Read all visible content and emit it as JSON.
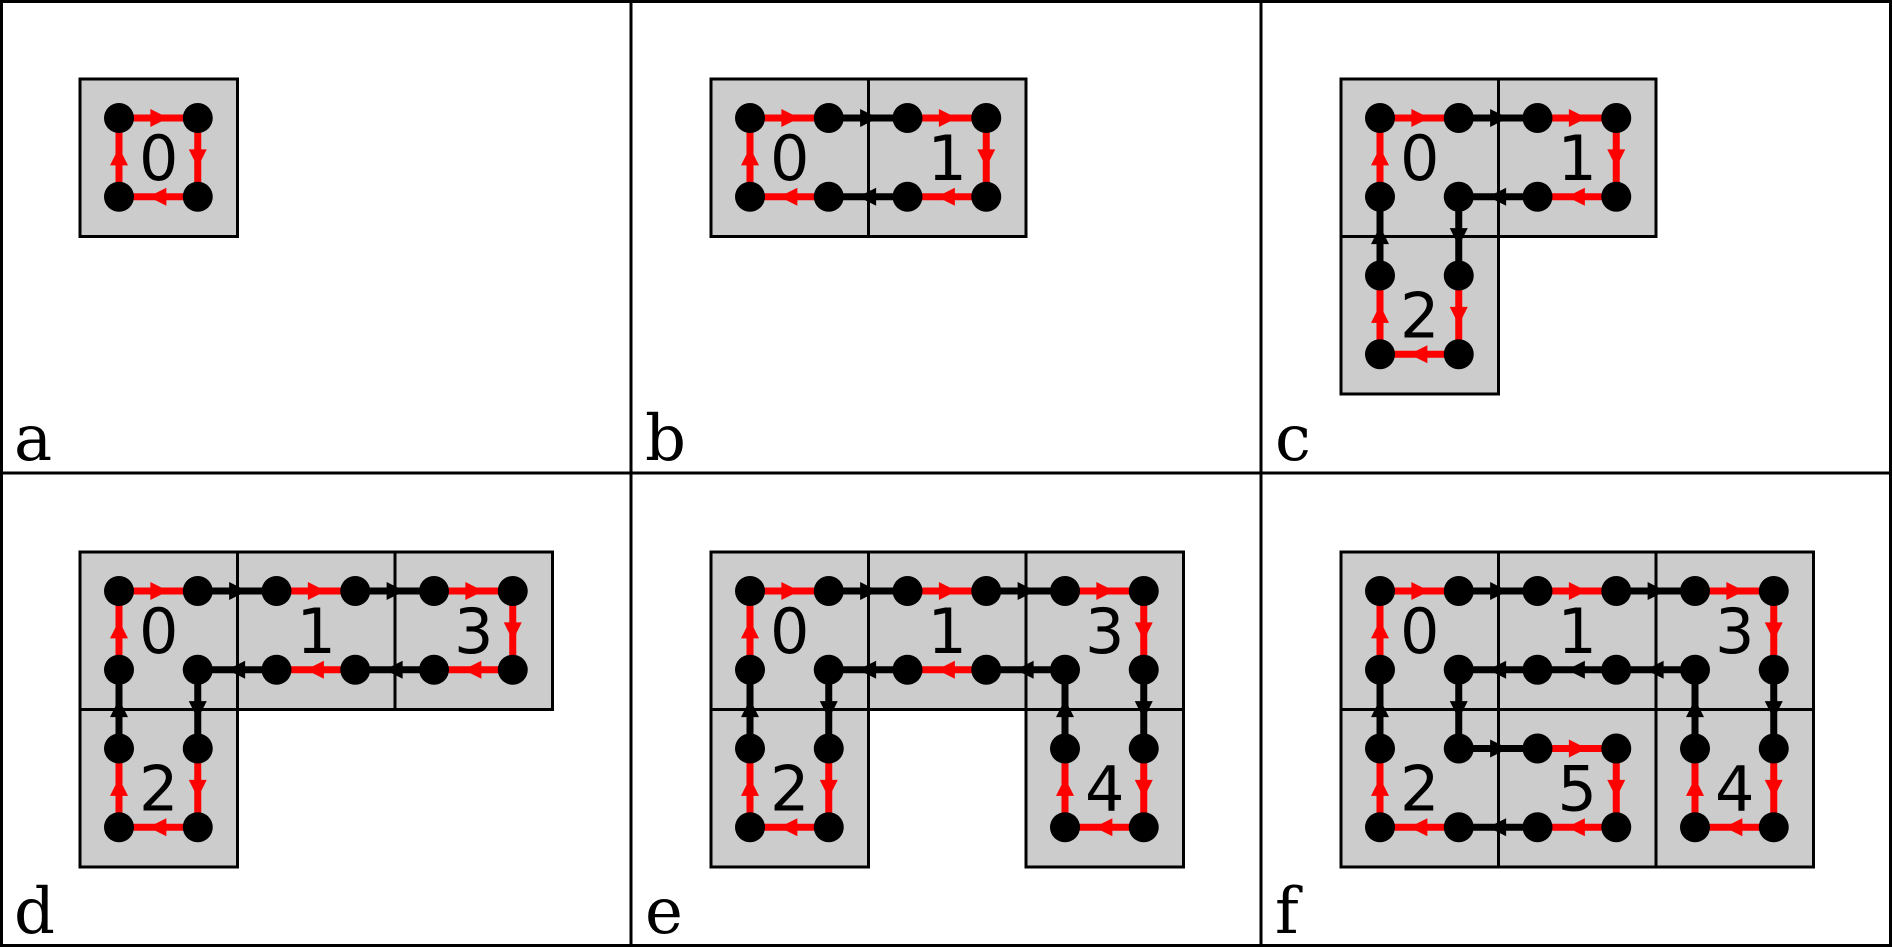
{
  "colors": {
    "cell_fill": "#cccccc",
    "intra_edge": "#ff0000",
    "inter_edge": "#000000",
    "node": "#000000"
  },
  "panels": [
    {
      "letter": "a",
      "cells": [
        {
          "label": "0",
          "col": 0,
          "row": 0
        }
      ],
      "edges": [
        {
          "from": [
            0,
            0
          ],
          "to": [
            1,
            0
          ],
          "kind": "intra"
        },
        {
          "from": [
            1,
            0
          ],
          "to": [
            1,
            1
          ],
          "kind": "intra"
        },
        {
          "from": [
            1,
            1
          ],
          "to": [
            0,
            1
          ],
          "kind": "intra"
        },
        {
          "from": [
            0,
            1
          ],
          "to": [
            0,
            0
          ],
          "kind": "intra"
        }
      ]
    },
    {
      "letter": "b",
      "cells": [
        {
          "label": "0",
          "col": 0,
          "row": 0
        },
        {
          "label": "1",
          "col": 1,
          "row": 0
        }
      ],
      "edges": [
        {
          "from": [
            0,
            0
          ],
          "to": [
            1,
            0
          ],
          "kind": "intra"
        },
        {
          "from": [
            1,
            0
          ],
          "to": [
            2,
            0
          ],
          "kind": "inter"
        },
        {
          "from": [
            2,
            0
          ],
          "to": [
            3,
            0
          ],
          "kind": "intra"
        },
        {
          "from": [
            3,
            0
          ],
          "to": [
            3,
            1
          ],
          "kind": "intra"
        },
        {
          "from": [
            3,
            1
          ],
          "to": [
            2,
            1
          ],
          "kind": "intra"
        },
        {
          "from": [
            2,
            1
          ],
          "to": [
            1,
            1
          ],
          "kind": "inter"
        },
        {
          "from": [
            1,
            1
          ],
          "to": [
            0,
            1
          ],
          "kind": "intra"
        },
        {
          "from": [
            0,
            1
          ],
          "to": [
            0,
            0
          ],
          "kind": "intra"
        }
      ]
    },
    {
      "letter": "c",
      "cells": [
        {
          "label": "0",
          "col": 0,
          "row": 0
        },
        {
          "label": "1",
          "col": 1,
          "row": 0
        },
        {
          "label": "2",
          "col": 0,
          "row": 1
        }
      ],
      "edges": [
        {
          "from": [
            0,
            0
          ],
          "to": [
            1,
            0
          ],
          "kind": "intra"
        },
        {
          "from": [
            1,
            0
          ],
          "to": [
            2,
            0
          ],
          "kind": "inter"
        },
        {
          "from": [
            2,
            0
          ],
          "to": [
            3,
            0
          ],
          "kind": "intra"
        },
        {
          "from": [
            3,
            0
          ],
          "to": [
            3,
            1
          ],
          "kind": "intra"
        },
        {
          "from": [
            3,
            1
          ],
          "to": [
            2,
            1
          ],
          "kind": "intra"
        },
        {
          "from": [
            2,
            1
          ],
          "to": [
            1,
            1
          ],
          "kind": "inter"
        },
        {
          "from": [
            1,
            1
          ],
          "to": [
            1,
            2
          ],
          "kind": "inter"
        },
        {
          "from": [
            1,
            2
          ],
          "to": [
            1,
            3
          ],
          "kind": "intra"
        },
        {
          "from": [
            1,
            3
          ],
          "to": [
            0,
            3
          ],
          "kind": "intra"
        },
        {
          "from": [
            0,
            3
          ],
          "to": [
            0,
            2
          ],
          "kind": "intra"
        },
        {
          "from": [
            0,
            2
          ],
          "to": [
            0,
            1
          ],
          "kind": "inter"
        },
        {
          "from": [
            0,
            1
          ],
          "to": [
            0,
            0
          ],
          "kind": "intra"
        }
      ]
    },
    {
      "letter": "d",
      "cells": [
        {
          "label": "0",
          "col": 0,
          "row": 0
        },
        {
          "label": "1",
          "col": 1,
          "row": 0
        },
        {
          "label": "3",
          "col": 2,
          "row": 0
        },
        {
          "label": "2",
          "col": 0,
          "row": 1
        }
      ],
      "edges": [
        {
          "from": [
            0,
            0
          ],
          "to": [
            1,
            0
          ],
          "kind": "intra"
        },
        {
          "from": [
            1,
            0
          ],
          "to": [
            2,
            0
          ],
          "kind": "inter"
        },
        {
          "from": [
            2,
            0
          ],
          "to": [
            3,
            0
          ],
          "kind": "intra"
        },
        {
          "from": [
            3,
            0
          ],
          "to": [
            4,
            0
          ],
          "kind": "inter"
        },
        {
          "from": [
            4,
            0
          ],
          "to": [
            5,
            0
          ],
          "kind": "intra"
        },
        {
          "from": [
            5,
            0
          ],
          "to": [
            5,
            1
          ],
          "kind": "intra"
        },
        {
          "from": [
            5,
            1
          ],
          "to": [
            4,
            1
          ],
          "kind": "intra"
        },
        {
          "from": [
            4,
            1
          ],
          "to": [
            3,
            1
          ],
          "kind": "inter"
        },
        {
          "from": [
            3,
            1
          ],
          "to": [
            2,
            1
          ],
          "kind": "intra"
        },
        {
          "from": [
            2,
            1
          ],
          "to": [
            1,
            1
          ],
          "kind": "inter"
        },
        {
          "from": [
            1,
            1
          ],
          "to": [
            1,
            2
          ],
          "kind": "inter"
        },
        {
          "from": [
            1,
            2
          ],
          "to": [
            1,
            3
          ],
          "kind": "intra"
        },
        {
          "from": [
            1,
            3
          ],
          "to": [
            0,
            3
          ],
          "kind": "intra"
        },
        {
          "from": [
            0,
            3
          ],
          "to": [
            0,
            2
          ],
          "kind": "intra"
        },
        {
          "from": [
            0,
            2
          ],
          "to": [
            0,
            1
          ],
          "kind": "inter"
        },
        {
          "from": [
            0,
            1
          ],
          "to": [
            0,
            0
          ],
          "kind": "intra"
        }
      ]
    },
    {
      "letter": "e",
      "cells": [
        {
          "label": "0",
          "col": 0,
          "row": 0
        },
        {
          "label": "1",
          "col": 1,
          "row": 0
        },
        {
          "label": "3",
          "col": 2,
          "row": 0
        },
        {
          "label": "2",
          "col": 0,
          "row": 1
        },
        {
          "label": "4",
          "col": 2,
          "row": 1
        }
      ],
      "edges": [
        {
          "from": [
            0,
            0
          ],
          "to": [
            1,
            0
          ],
          "kind": "intra"
        },
        {
          "from": [
            1,
            0
          ],
          "to": [
            2,
            0
          ],
          "kind": "inter"
        },
        {
          "from": [
            2,
            0
          ],
          "to": [
            3,
            0
          ],
          "kind": "intra"
        },
        {
          "from": [
            3,
            0
          ],
          "to": [
            4,
            0
          ],
          "kind": "inter"
        },
        {
          "from": [
            4,
            0
          ],
          "to": [
            5,
            0
          ],
          "kind": "intra"
        },
        {
          "from": [
            5,
            0
          ],
          "to": [
            5,
            1
          ],
          "kind": "intra"
        },
        {
          "from": [
            5,
            1
          ],
          "to": [
            5,
            2
          ],
          "kind": "inter"
        },
        {
          "from": [
            5,
            2
          ],
          "to": [
            5,
            3
          ],
          "kind": "intra"
        },
        {
          "from": [
            5,
            3
          ],
          "to": [
            4,
            3
          ],
          "kind": "intra"
        },
        {
          "from": [
            4,
            3
          ],
          "to": [
            4,
            2
          ],
          "kind": "intra"
        },
        {
          "from": [
            4,
            2
          ],
          "to": [
            4,
            1
          ],
          "kind": "inter"
        },
        {
          "from": [
            4,
            1
          ],
          "to": [
            3,
            1
          ],
          "kind": "inter"
        },
        {
          "from": [
            3,
            1
          ],
          "to": [
            2,
            1
          ],
          "kind": "intra"
        },
        {
          "from": [
            2,
            1
          ],
          "to": [
            1,
            1
          ],
          "kind": "inter"
        },
        {
          "from": [
            1,
            1
          ],
          "to": [
            1,
            2
          ],
          "kind": "inter"
        },
        {
          "from": [
            1,
            2
          ],
          "to": [
            1,
            3
          ],
          "kind": "intra"
        },
        {
          "from": [
            1,
            3
          ],
          "to": [
            0,
            3
          ],
          "kind": "intra"
        },
        {
          "from": [
            0,
            3
          ],
          "to": [
            0,
            2
          ],
          "kind": "intra"
        },
        {
          "from": [
            0,
            2
          ],
          "to": [
            0,
            1
          ],
          "kind": "inter"
        },
        {
          "from": [
            0,
            1
          ],
          "to": [
            0,
            0
          ],
          "kind": "intra"
        }
      ]
    },
    {
      "letter": "f",
      "cells": [
        {
          "label": "0",
          "col": 0,
          "row": 0
        },
        {
          "label": "1",
          "col": 1,
          "row": 0
        },
        {
          "label": "3",
          "col": 2,
          "row": 0
        },
        {
          "label": "2",
          "col": 0,
          "row": 1
        },
        {
          "label": "5",
          "col": 1,
          "row": 1
        },
        {
          "label": "4",
          "col": 2,
          "row": 1
        }
      ],
      "edges": [
        {
          "from": [
            0,
            0
          ],
          "to": [
            1,
            0
          ],
          "kind": "intra"
        },
        {
          "from": [
            1,
            0
          ],
          "to": [
            2,
            0
          ],
          "kind": "inter"
        },
        {
          "from": [
            2,
            0
          ],
          "to": [
            3,
            0
          ],
          "kind": "intra"
        },
        {
          "from": [
            3,
            0
          ],
          "to": [
            4,
            0
          ],
          "kind": "inter"
        },
        {
          "from": [
            4,
            0
          ],
          "to": [
            5,
            0
          ],
          "kind": "intra"
        },
        {
          "from": [
            5,
            0
          ],
          "to": [
            5,
            1
          ],
          "kind": "intra"
        },
        {
          "from": [
            5,
            1
          ],
          "to": [
            5,
            2
          ],
          "kind": "inter"
        },
        {
          "from": [
            5,
            2
          ],
          "to": [
            5,
            3
          ],
          "kind": "intra"
        },
        {
          "from": [
            5,
            3
          ],
          "to": [
            4,
            3
          ],
          "kind": "intra"
        },
        {
          "from": [
            4,
            3
          ],
          "to": [
            4,
            2
          ],
          "kind": "intra"
        },
        {
          "from": [
            4,
            2
          ],
          "to": [
            4,
            1
          ],
          "kind": "inter"
        },
        {
          "from": [
            4,
            1
          ],
          "to": [
            3,
            1
          ],
          "kind": "inter"
        },
        {
          "from": [
            3,
            1
          ],
          "to": [
            2,
            1
          ],
          "kind": "inter"
        },
        {
          "from": [
            2,
            1
          ],
          "to": [
            1,
            1
          ],
          "kind": "inter"
        },
        {
          "from": [
            1,
            1
          ],
          "to": [
            1,
            2
          ],
          "kind": "inter"
        },
        {
          "from": [
            1,
            2
          ],
          "to": [
            2,
            2
          ],
          "kind": "inter"
        },
        {
          "from": [
            2,
            2
          ],
          "to": [
            3,
            2
          ],
          "kind": "intra"
        },
        {
          "from": [
            3,
            2
          ],
          "to": [
            3,
            3
          ],
          "kind": "intra"
        },
        {
          "from": [
            3,
            3
          ],
          "to": [
            2,
            3
          ],
          "kind": "intra"
        },
        {
          "from": [
            2,
            3
          ],
          "to": [
            1,
            3
          ],
          "kind": "inter"
        },
        {
          "from": [
            1,
            3
          ],
          "to": [
            0,
            3
          ],
          "kind": "intra"
        },
        {
          "from": [
            0,
            3
          ],
          "to": [
            0,
            2
          ],
          "kind": "intra"
        },
        {
          "from": [
            0,
            2
          ],
          "to": [
            0,
            1
          ],
          "kind": "inter"
        },
        {
          "from": [
            0,
            1
          ],
          "to": [
            0,
            0
          ],
          "kind": "intra"
        }
      ]
    }
  ]
}
